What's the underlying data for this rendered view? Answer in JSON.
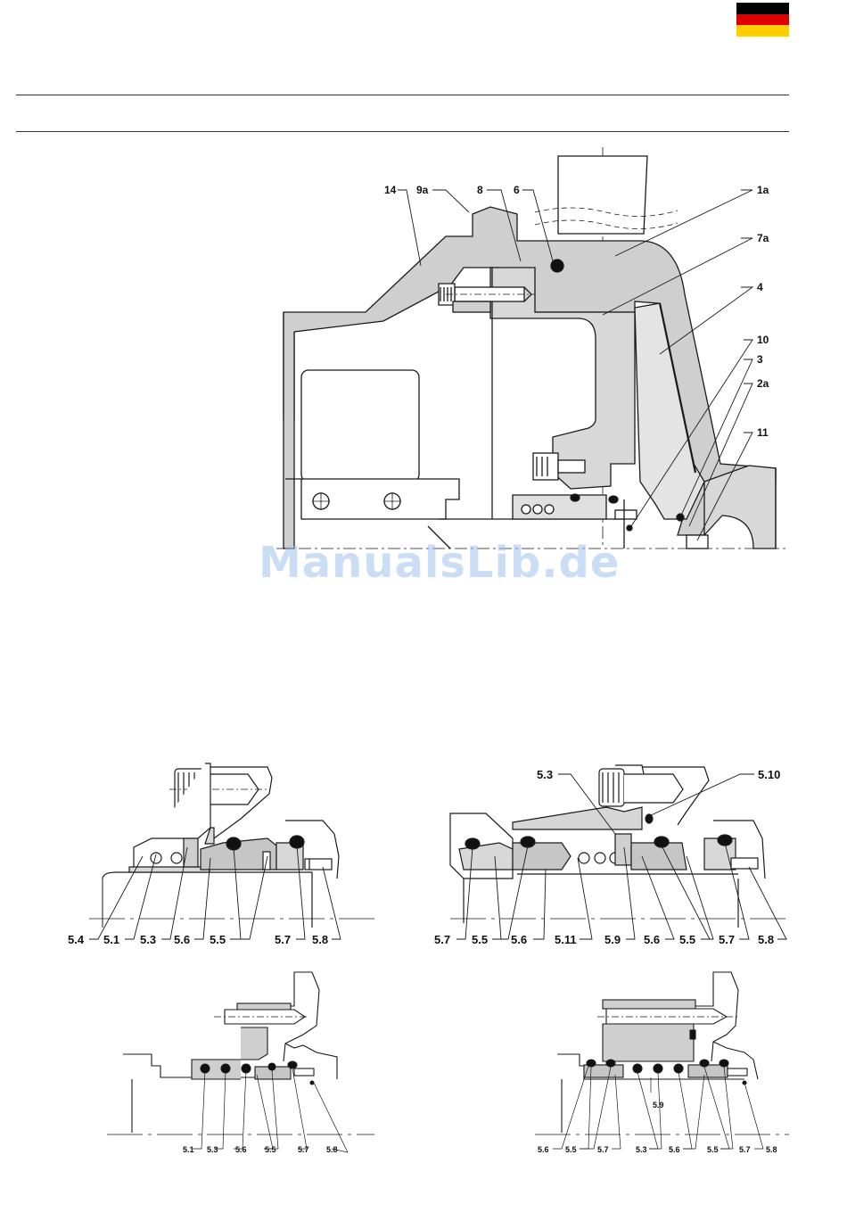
{
  "header": {
    "flag": {
      "name": "germany-flag",
      "colors": [
        "#000000",
        "#dd0000",
        "#ffce00"
      ]
    }
  },
  "main_drawing": {
    "labels": [
      "14",
      "9a",
      "8",
      "6",
      "1a",
      "7a",
      "4",
      "10",
      "3",
      "2a",
      "11"
    ]
  },
  "detail_top_left": {
    "labels": [
      "5.4",
      "5.1",
      "5.3",
      "5.6",
      "5.5",
      "5.7",
      "5.8"
    ]
  },
  "detail_top_right": {
    "labels_top": [
      "5.3",
      "5.10"
    ],
    "labels_bottom": [
      "5.7",
      "5.5",
      "5.6",
      "5.11",
      "5.9",
      "5.6",
      "5.5",
      "5.7",
      "5.8"
    ]
  },
  "detail_bottom_left": {
    "labels": [
      "5.1",
      "5.3",
      "5.6",
      "5.5",
      "5.7",
      "5.8"
    ]
  },
  "detail_bottom_right": {
    "labels": [
      "5.6",
      "5.5",
      "5.7",
      "5.3",
      "5.6",
      "5.5",
      "5.7",
      "5.8"
    ],
    "inner_label": "5.9"
  },
  "watermark": {
    "text": "ManualsLib.de"
  }
}
